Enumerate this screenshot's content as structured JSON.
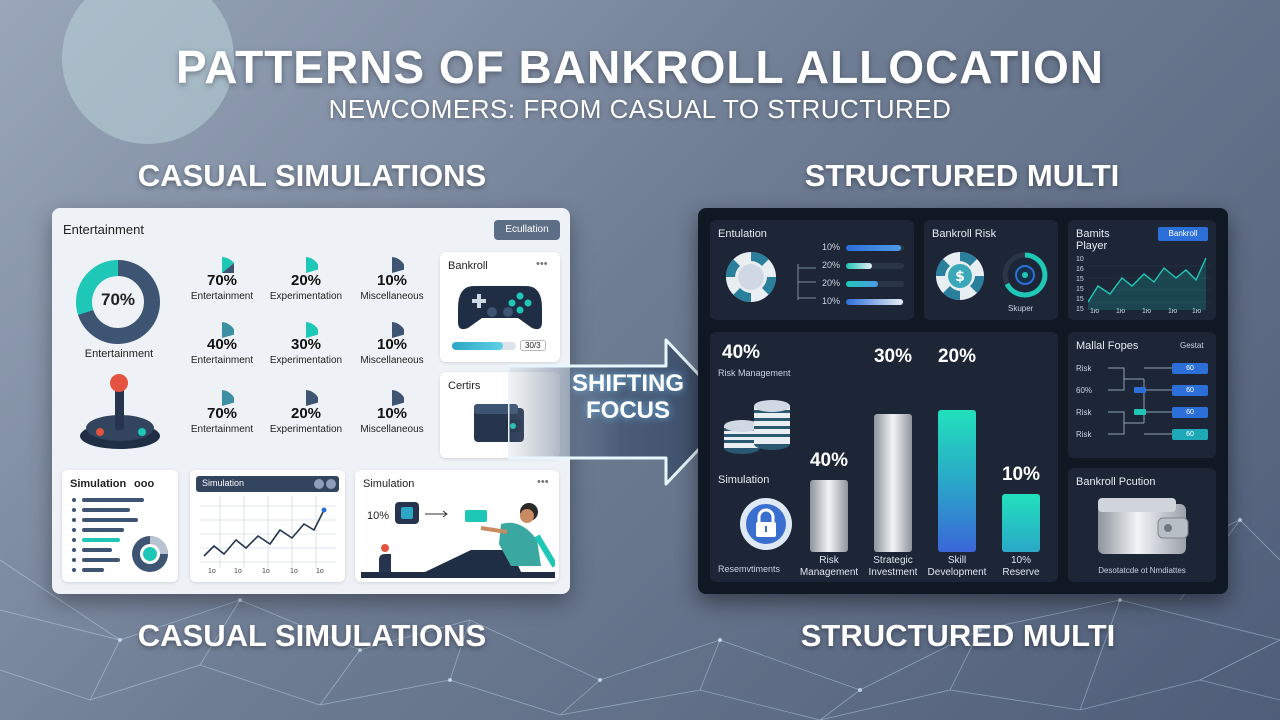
{
  "header": {
    "title": "PATTERNS OF BANKROLL ALLOCATION",
    "subtitle": "NEWCOMERS: FROM CASUAL TO STRUCTURED"
  },
  "sections": {
    "left_top": "CASUAL SIMULATIONS",
    "right_top": "STRUCTURED MULTI",
    "left_bottom": "CASUAL SIMULATIONS",
    "right_bottom": "STRUCTURED MULTI"
  },
  "arrow": {
    "line1": "SHIFTING",
    "line2": "FOCUS"
  },
  "casual": {
    "heading": "Entertainment",
    "button": "Ecullation",
    "donut": {
      "value": "70%",
      "label": "Entertainment",
      "fraction": 0.7
    },
    "rows": [
      [
        {
          "pct": "70%",
          "label": "Entertainment"
        },
        {
          "pct": "20%",
          "label": "Experimentation"
        },
        {
          "pct": "10%",
          "label": "Miscellaneous"
        }
      ],
      [
        {
          "pct": "40%",
          "label": "Entertainment"
        },
        {
          "pct": "30%",
          "label": "Experimentation"
        },
        {
          "pct": "10%",
          "label": "Miscellaneous"
        }
      ],
      [
        {
          "pct": "70%",
          "label": "Entertainment"
        },
        {
          "pct": "20%",
          "label": "Experimentation"
        },
        {
          "pct": "10%",
          "label": "Miscellaneous"
        }
      ]
    ],
    "bankroll_card": {
      "title": "Bankroll",
      "dots": "•••",
      "progress_label": "30/3",
      "progress": 0.8
    },
    "certs_card": {
      "title": "Certirs"
    },
    "sim1": {
      "title": "Simulation",
      "suffix": "ooo"
    },
    "sim2": {
      "title": "Simulation",
      "ticks": [
        "1o",
        "1o",
        "1o",
        "1o",
        "1o"
      ]
    },
    "sim3": {
      "title": "Simulation",
      "dots": "•••",
      "pct": "10%"
    }
  },
  "structured": {
    "emulation": {
      "title": "Entulation",
      "rows": [
        {
          "pct": "10%",
          "fill": 0.95
        },
        {
          "pct": "20%",
          "fill": 0.45
        },
        {
          "pct": "20%",
          "fill": 0.55
        },
        {
          "pct": "10%",
          "fill": 0.98
        }
      ]
    },
    "risk": {
      "title": "Bankroll Risk",
      "caption": "Skuper"
    },
    "line_card": {
      "title": "Bamits",
      "title2": "Player",
      "button": "Bankroll",
      "yticks": [
        "10",
        "16",
        "15",
        "15",
        "15",
        "15"
      ],
      "xticks": [
        "1ю",
        "1ю",
        "1ю",
        "1ю",
        "1ю"
      ]
    },
    "bars": {
      "items": [
        {
          "pct": "40%",
          "label1": "Risk",
          "label2": "Management",
          "value": 40
        },
        {
          "pct": "30%",
          "label1": "Strategic",
          "label2": "Investment",
          "value": 30
        },
        {
          "pct": "20%",
          "label1": "Skill",
          "label2": "Development",
          "value": 20
        },
        {
          "pct": "10%",
          "label1": "10%",
          "label2": "Reserve",
          "value": 10
        }
      ],
      "big_pct": "40%",
      "big_label": "Risk Management",
      "sim_label": "Simulation",
      "sim_caption": "Resemvtiments"
    },
    "multi": {
      "title": "Mallal Fopes",
      "right": "Gestat",
      "rows": [
        {
          "label": "Risk",
          "btn": "60"
        },
        {
          "label": "60%",
          "btn": "60"
        },
        {
          "label": "Risk",
          "btn": "60"
        },
        {
          "label": "Risk",
          "btn": "60"
        }
      ]
    },
    "position": {
      "title": "Bankroll Pcution",
      "caption": "Desotatcde ot Nmdiattes"
    }
  },
  "colors": {
    "teal": "#1fc7b6",
    "navy": "#3d5472",
    "blue": "#2d6fd9",
    "dark": "#101823"
  }
}
